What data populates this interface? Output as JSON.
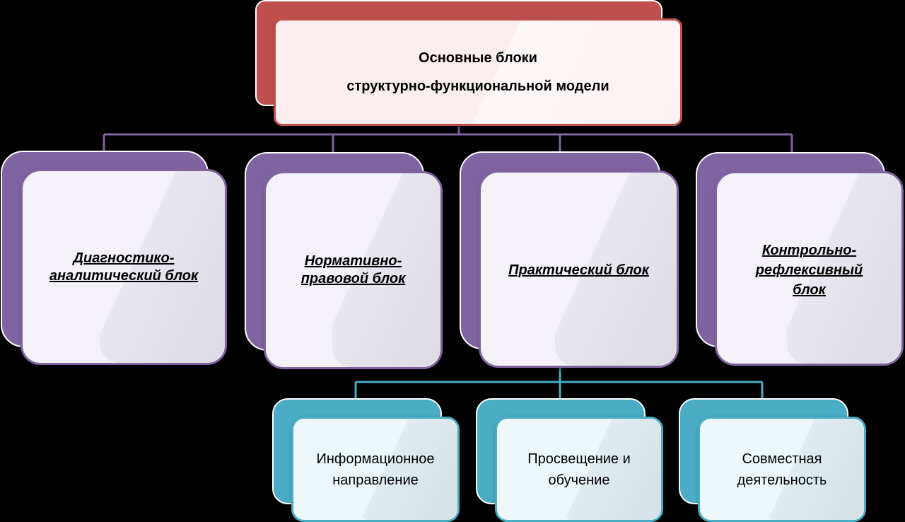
{
  "diagram": {
    "root": {
      "line1": "Основные блоки",
      "line2": "структурно-функциональной модели"
    },
    "blocks": [
      {
        "line1": "Диагностико-",
        "line2": "аналитический блок"
      },
      {
        "line1": "Нормативно-",
        "line2": "правовой блок"
      },
      {
        "line1": "Практический блок"
      },
      {
        "line1": "Контрольно-",
        "line2": "рефлексивный",
        "line3": "блок"
      }
    ],
    "sub_blocks": [
      {
        "line1": "Информационное",
        "line2": "направление"
      },
      {
        "line1": "Просвещение и",
        "line2": "обучение"
      },
      {
        "line1": "Совместная",
        "line2": "деятельность"
      }
    ]
  },
  "colors": {
    "background": "#000000",
    "root_accent": "#c0504d",
    "level1_accent": "#8064a2",
    "level2_accent": "#4bacc6",
    "root_fill": "#fbeeee",
    "level1_fill": "#f4f1f8",
    "level2_fill": "#eef7fa"
  }
}
